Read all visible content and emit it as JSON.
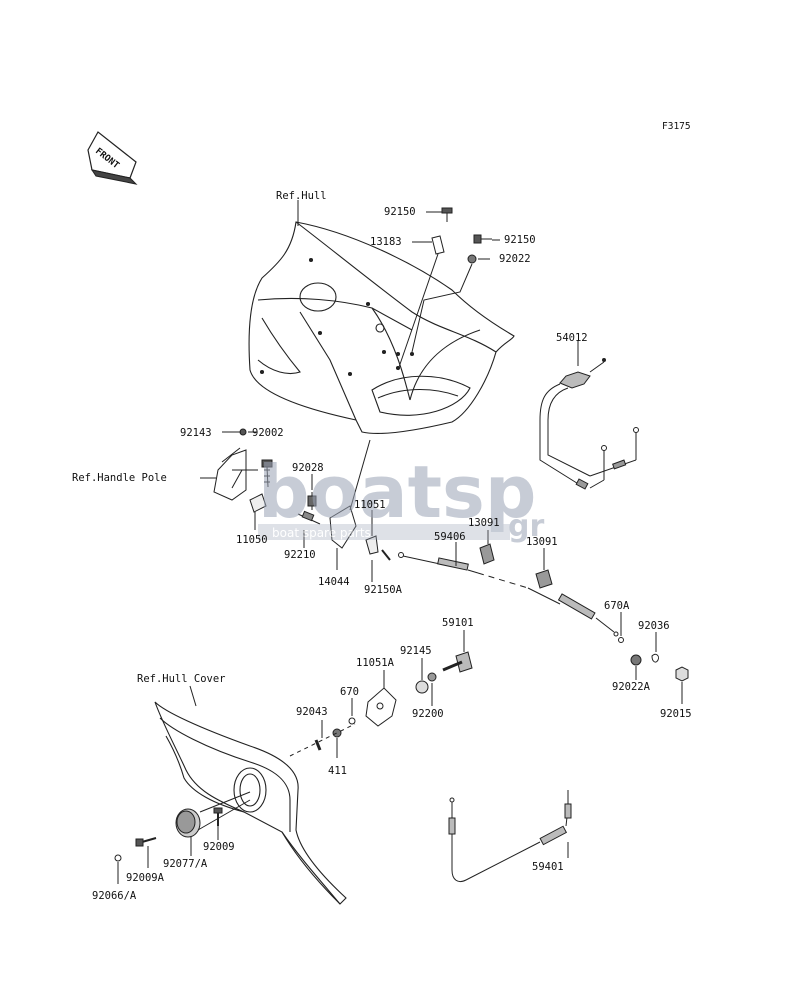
{
  "figure_code": "F3175",
  "front_label": "FRONT",
  "references": {
    "hull": "Ref.Hull",
    "handle_pole": "Ref.Handle Pole",
    "hull_cover": "Ref.Hull Cover"
  },
  "parts": {
    "p92150_a": "92150",
    "p92150_b": "92150",
    "p13183": "13183",
    "p92022": "92022",
    "p54012": "54012",
    "p92143": "92143",
    "p92002": "92002",
    "p92028": "92028",
    "p11051": "11051",
    "p13091_a": "13091",
    "p13091_b": "13091",
    "p59406": "59406",
    "p11050": "11050",
    "p92210": "92210",
    "p14044": "14044",
    "p92150A": "92150A",
    "p670A": "670A",
    "p92036": "92036",
    "p92022A": "92022A",
    "p92015": "92015",
    "p59101": "59101",
    "p92145": "92145",
    "p11051A": "11051A",
    "p670": "670",
    "p92200": "92200",
    "p92043": "92043",
    "p411": "411",
    "p92009": "92009",
    "p92009A": "92009A",
    "p92077A": "92077/A",
    "p92066A": "92066/A",
    "p59401": "59401"
  },
  "watermark": {
    "logo_text": "boatsp",
    "logo_suffix": "gr",
    "tagline": "boat spare parts",
    "color": "#9aa3b5"
  }
}
